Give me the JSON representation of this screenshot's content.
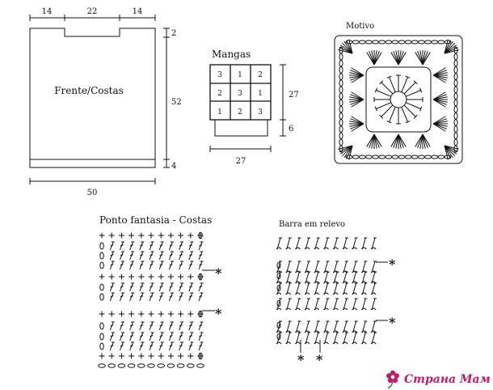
{
  "front_back": {
    "title": "Frente/Costas",
    "dim_left": "14",
    "dim_mid": "22",
    "dim_right": "14",
    "dim_neck": "2",
    "dim_height": "52",
    "dim_rib": "4",
    "dim_width": "50"
  },
  "sleeves": {
    "title": "Mangas",
    "grid": [
      "3",
      "1",
      "2",
      "2",
      "3",
      "1",
      "1",
      "2",
      "3"
    ],
    "dim_height": "27",
    "dim_cuff": "6",
    "dim_width": "27"
  },
  "motif": {
    "title": "Motivo"
  },
  "pattern_back": {
    "title": "Ponto fantasia - Costas"
  },
  "relief_bar": {
    "title": "Barra em relevo"
  },
  "watermark": {
    "main": "Страна Мам",
    "colors": {
      "text": "#c6186d",
      "accent": "#2e8b2e"
    }
  }
}
